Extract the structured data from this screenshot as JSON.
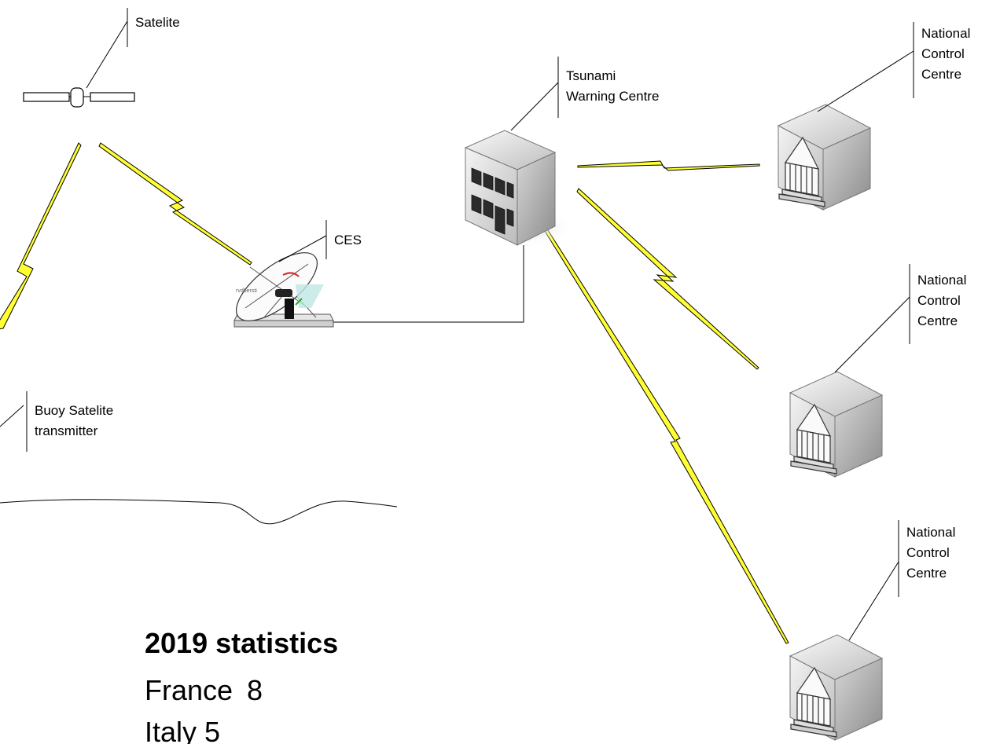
{
  "nodes": {
    "satellite": {
      "label": "Satelite"
    },
    "ces": {
      "label": "CES"
    },
    "tsunami_centre": {
      "label_lines": [
        "Tsunami",
        "Warning Centre"
      ]
    },
    "buoy": {
      "label_lines": [
        "Buoy Satelite",
        "transmitter"
      ]
    },
    "national_1": {
      "label_lines": [
        "National",
        "Control",
        "Centre"
      ]
    },
    "national_2": {
      "label_lines": [
        "National",
        "Control",
        "Centre"
      ]
    },
    "national_3": {
      "label_lines": [
        "National",
        "Control",
        "Centre"
      ]
    }
  },
  "stats": {
    "title": "2019 statistics",
    "rows": [
      {
        "country": "France",
        "value": "8"
      },
      {
        "country": "Italy",
        "value": "5"
      }
    ]
  },
  "colors": {
    "bolt_fill": "#ffff33",
    "line": "#000000",
    "building_shadow": "#e3e3e3"
  },
  "icons": [
    "satellite-icon",
    "satellite-dish-icon",
    "office-building-icon",
    "government-building-icon"
  ]
}
